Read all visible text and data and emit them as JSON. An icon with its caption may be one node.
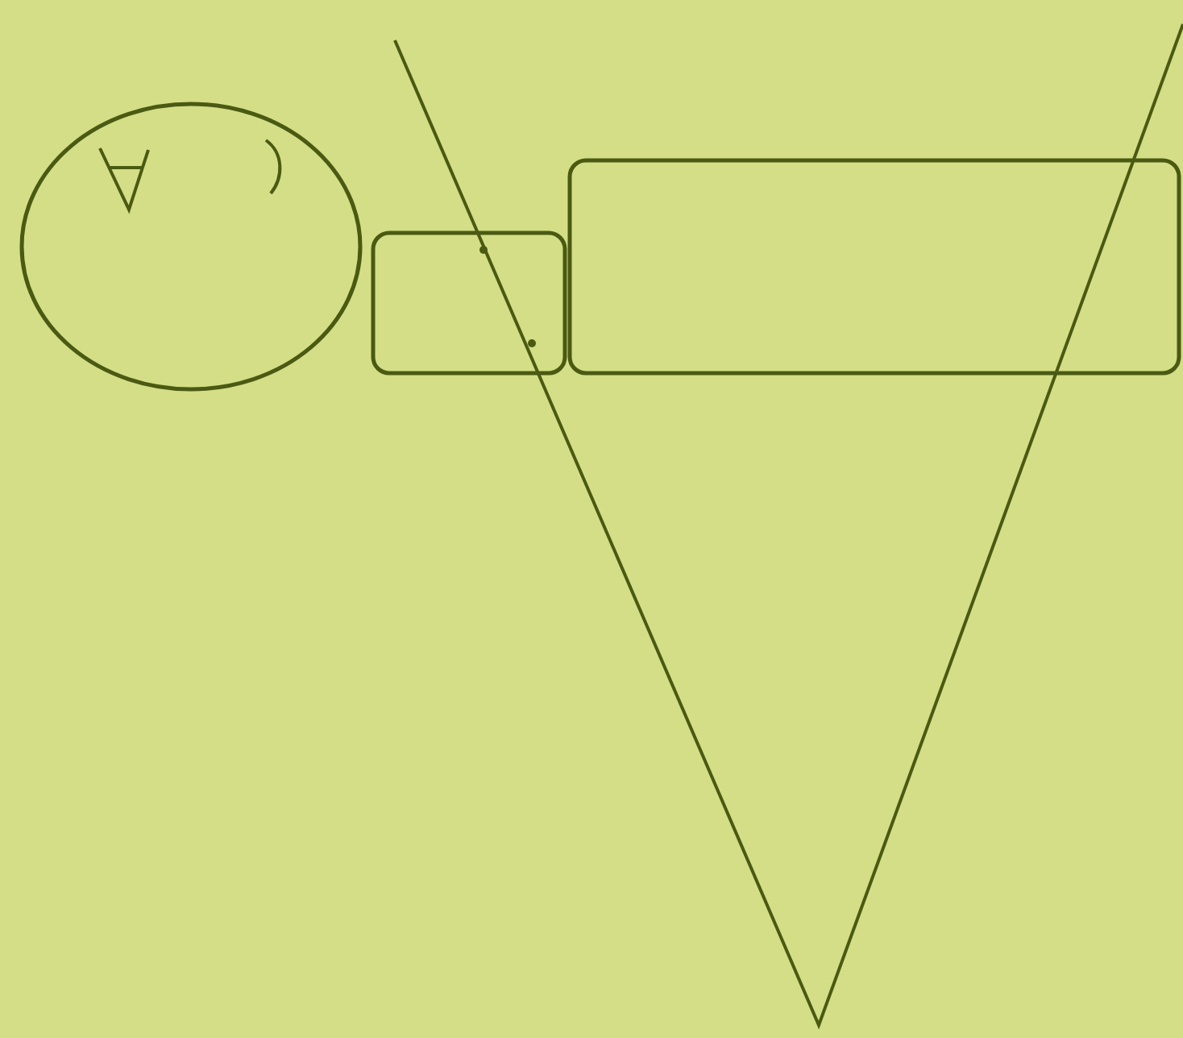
{
  "diagram": {
    "nodes": [
      {
        "text": [],
        "shape": "circle"
      },
      {
        "text": [],
        "shape": "box"
      },
      {
        "text": [],
        "shape": "box"
      }
    ]
  }
}
